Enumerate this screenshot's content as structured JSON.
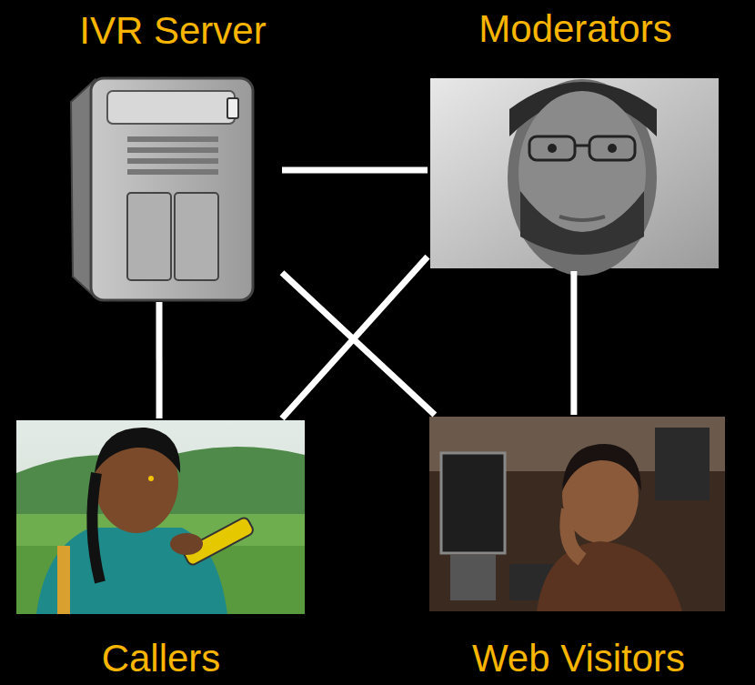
{
  "diagram": {
    "nodes": [
      {
        "text": [
          "IVR Server"
        ]
      },
      {
        "text": [
          "Moderators"
        ]
      },
      {
        "text": [
          "Callers"
        ]
      },
      {
        "text": [
          "Web Visitors"
        ]
      }
    ],
    "edges": [
      {
        "from": 0,
        "to": 1,
        "arrow": "none"
      },
      {
        "from": 0,
        "to": 2,
        "arrow": "none"
      },
      {
        "from": 0,
        "to": 3,
        "arrow": "none"
      },
      {
        "from": 1,
        "to": 2,
        "arrow": "none"
      },
      {
        "from": 1,
        "to": 3,
        "arrow": "none"
      }
    ]
  }
}
